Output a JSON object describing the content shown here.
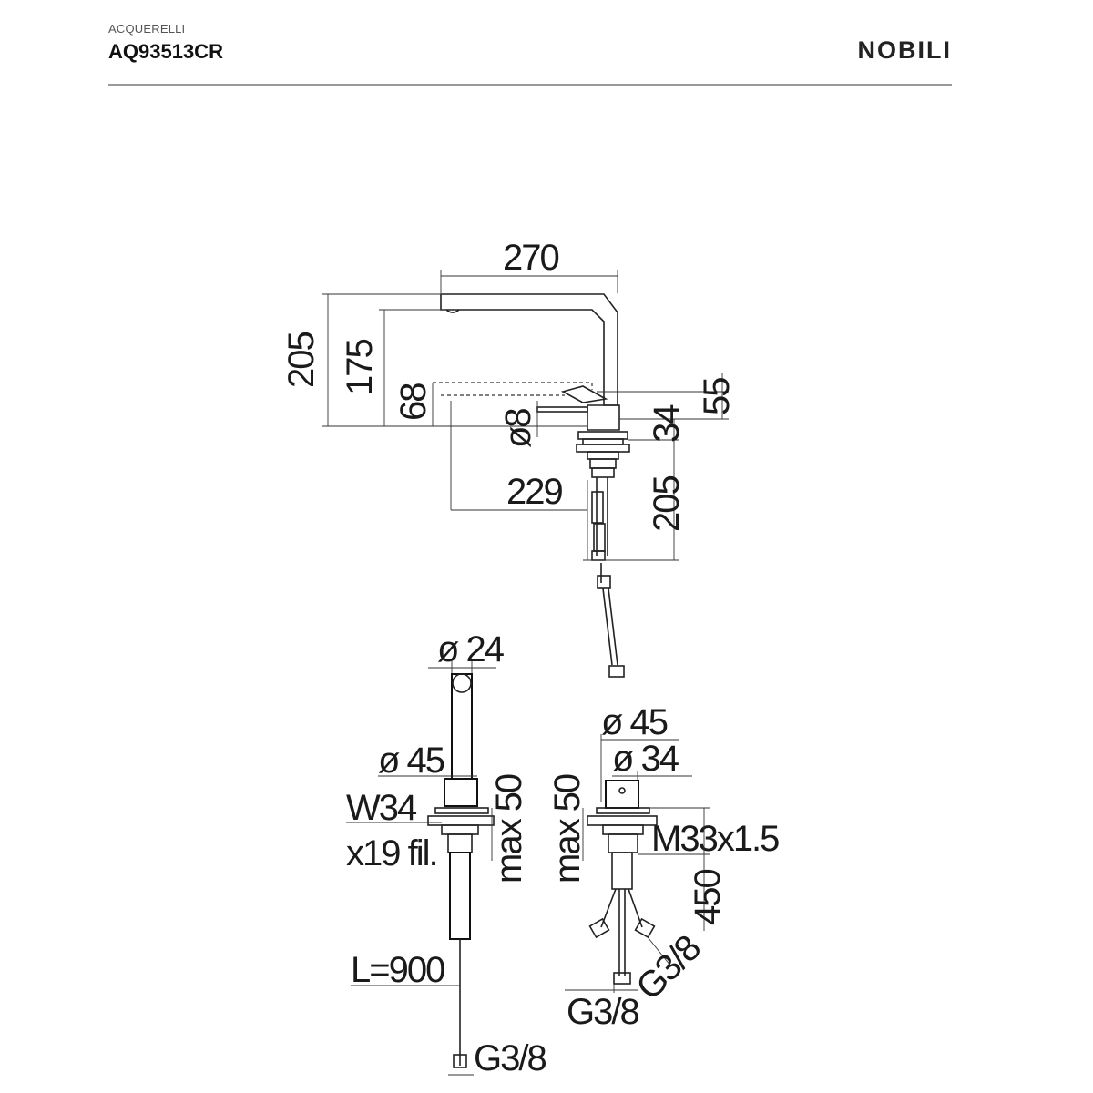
{
  "header": {
    "series": "ACQUERELLI",
    "code": "AQ93513CR",
    "brand": "NOBILI"
  },
  "dimensions": {
    "side_view": {
      "width_total": "270",
      "height_total": "205",
      "spout_height": "175",
      "lower_height": "68",
      "lever_height": "55",
      "diameter_small": "ø8",
      "base_height": "34",
      "reach": "229",
      "under_depth": "205"
    },
    "front_view": {
      "spout_diameter": "ø 24",
      "base_diameter": "ø 45",
      "thread_line1": "W34",
      "thread_line2": "x19 fil.",
      "max_thickness": "max 50",
      "hose_length": "L=900",
      "connection": "G3/8"
    },
    "base_view": {
      "outer_diameter": "ø 45",
      "inner_diameter": "ø 34",
      "max_thickness": "max 50",
      "thread": "M33x1.5",
      "hose_length": "450",
      "connection_angled": "G3/8",
      "connection_bottom": "G3/8"
    }
  }
}
